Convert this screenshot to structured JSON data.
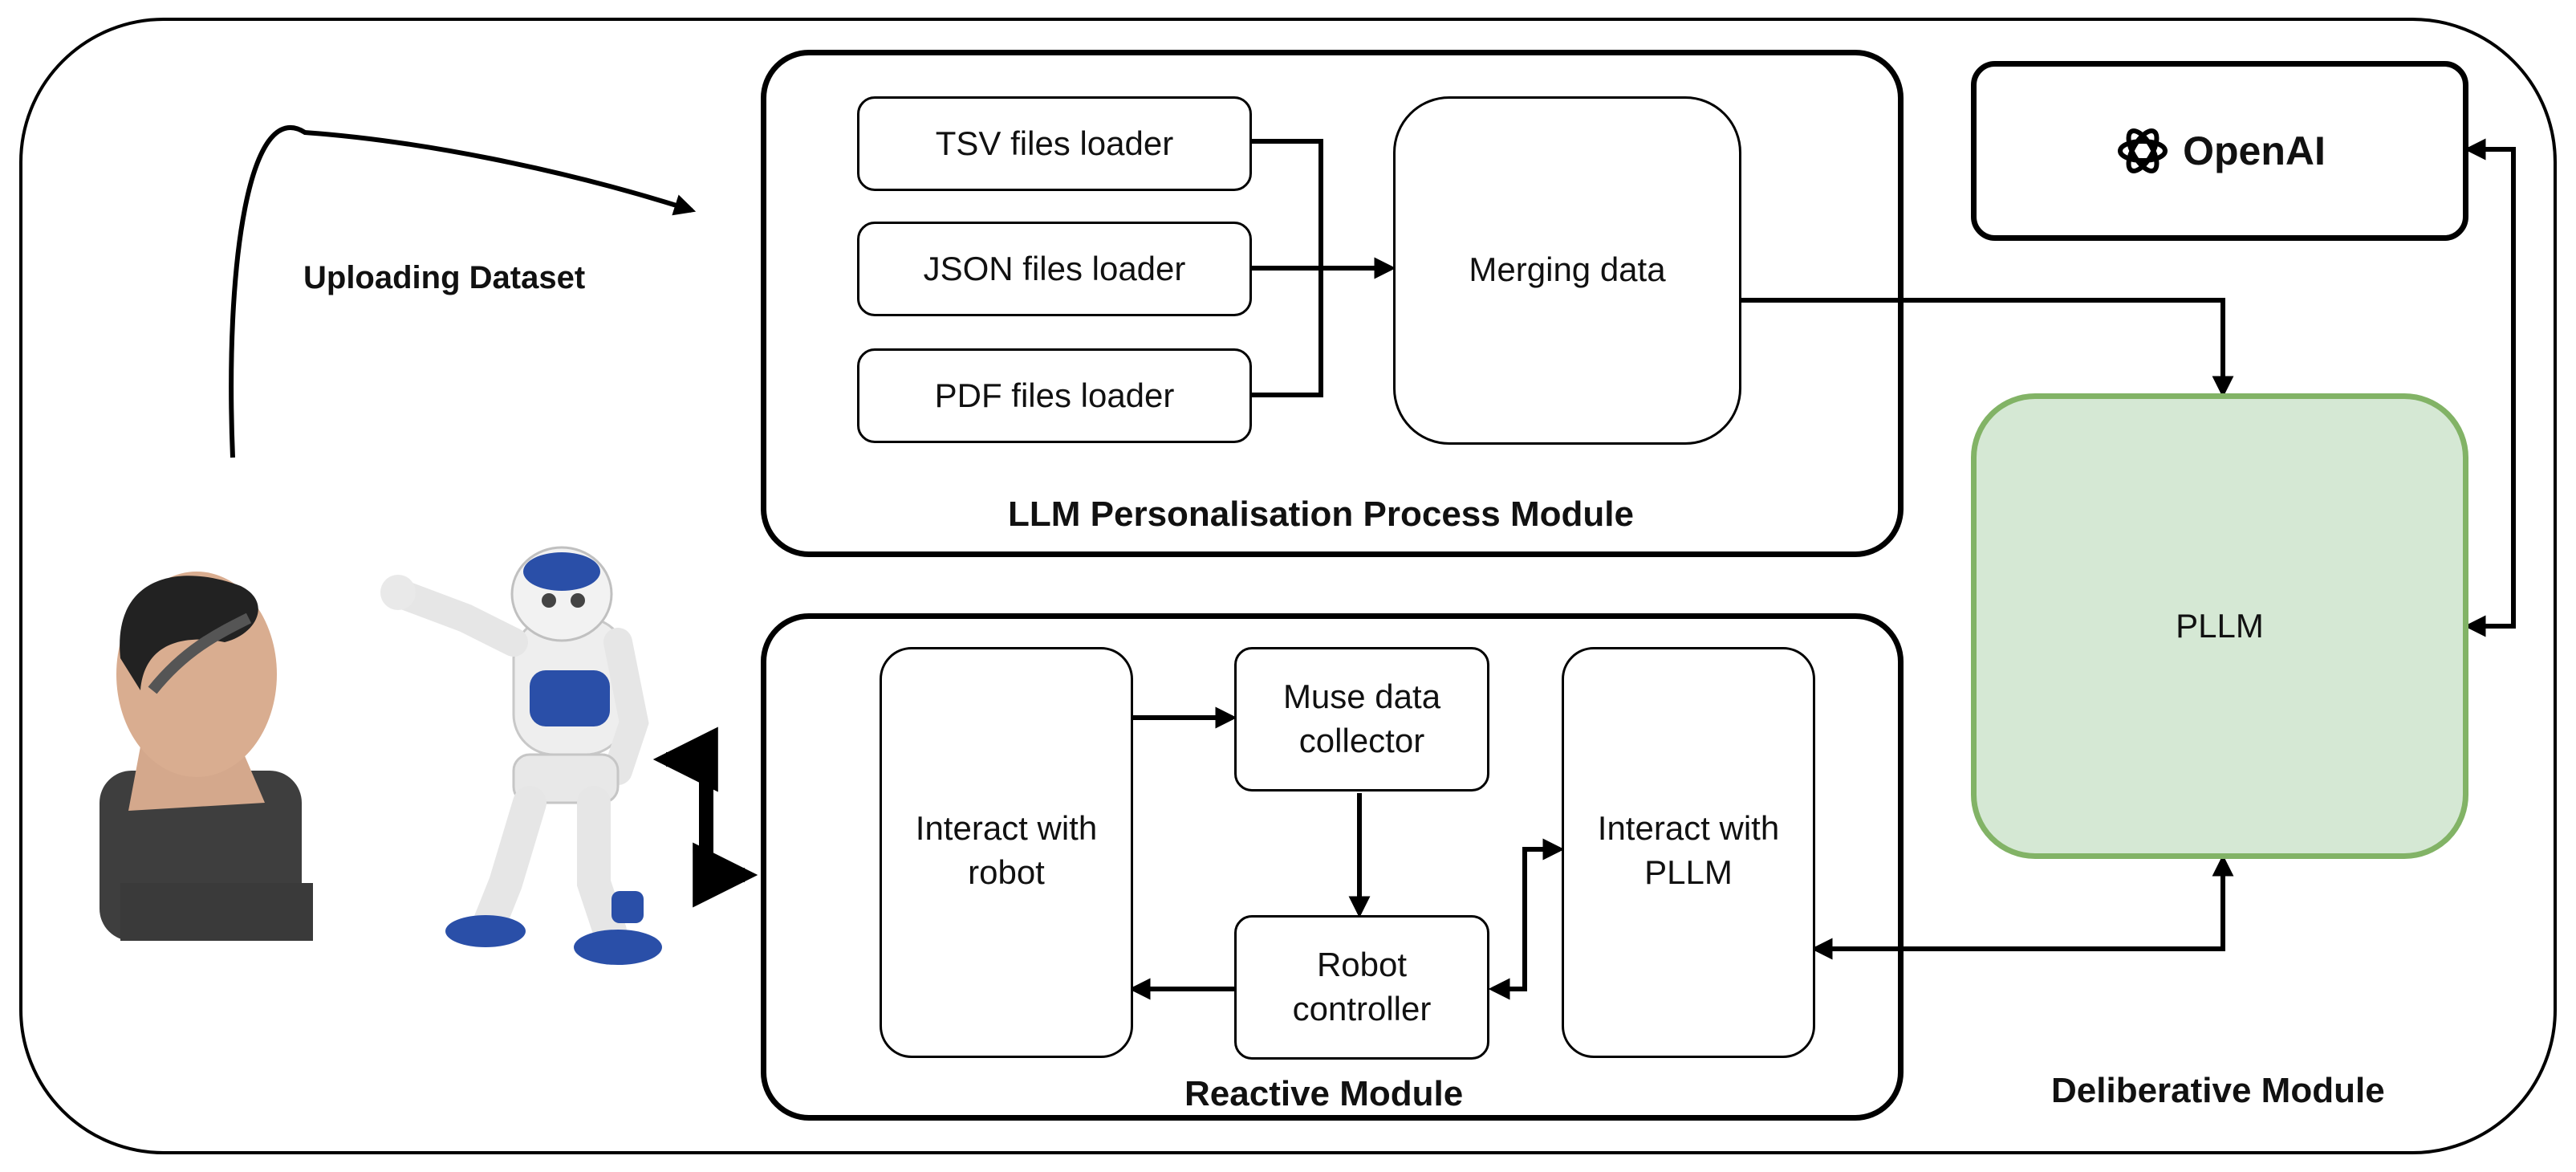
{
  "labels": {
    "uploading": "Uploading Dataset",
    "llm_module": "LLM Personalisation Process Module",
    "reactive_module": "Reactive Module",
    "deliberative_module": "Deliberative Module"
  },
  "nodes": {
    "tsv": "TSV files loader",
    "json": "JSON files loader",
    "pdf": "PDF files loader",
    "merge": "Merging data",
    "openai": "OpenAI",
    "pllm": "PLLM",
    "interact_robot": "Interact with robot",
    "muse": "Muse data collector",
    "robot_controller": "Robot controller",
    "interact_pllm": "Interact with PLLM"
  },
  "colors": {
    "pllm_fill": "#d5e8d4",
    "pllm_border": "#82b366"
  }
}
